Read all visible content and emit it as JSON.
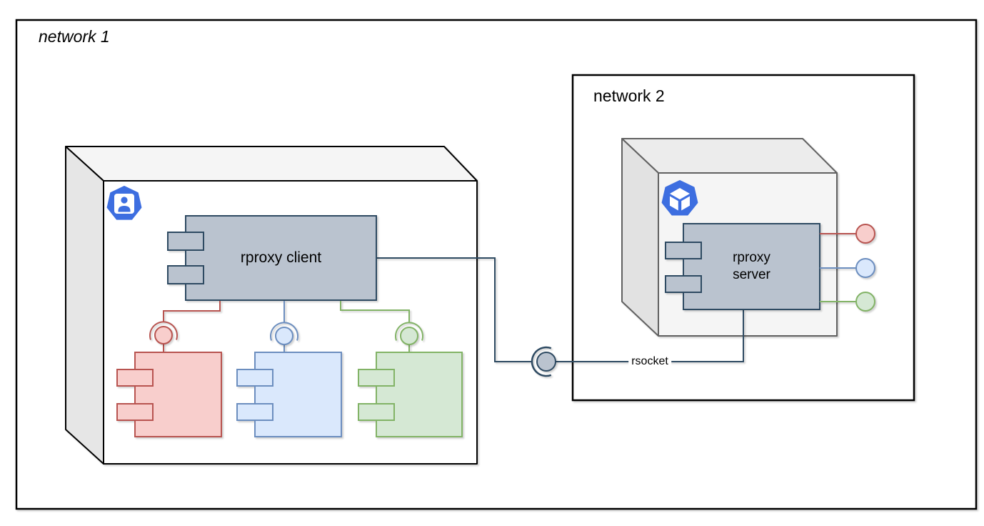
{
  "diagram": {
    "network1": {
      "label": "network 1",
      "node_icon": "person-icon",
      "client": {
        "label": "rproxy client",
        "fill": "#bac3cf",
        "stroke": "#2e4a62"
      },
      "services": [
        {
          "id": "red",
          "fill": "#f8cecc",
          "stroke": "#b85450"
        },
        {
          "id": "blue",
          "fill": "#dae8fc",
          "stroke": "#6c8ebf"
        },
        {
          "id": "green",
          "fill": "#d5e8d4",
          "stroke": "#82b366"
        }
      ]
    },
    "network2": {
      "label": "network 2",
      "node_icon": "cube-icon",
      "server": {
        "label": "rproxy server",
        "fill": "#bac3cf",
        "stroke": "#2e4a62"
      },
      "endpoints": [
        {
          "id": "red",
          "fill": "#f8cecc",
          "stroke": "#b85450"
        },
        {
          "id": "blue",
          "fill": "#dae8fc",
          "stroke": "#6c8ebf"
        },
        {
          "id": "green",
          "fill": "#d5e8d4",
          "stroke": "#82b366"
        }
      ]
    },
    "connection": {
      "label": "rsocket"
    },
    "colors": {
      "connector": "#2e4a62",
      "icon_blue": "#3d6ee0",
      "box_border": "#000000",
      "node1_top": "#f5f5f5",
      "node1_left": "#e6e6e6",
      "node1_front": "#ffffff",
      "node2_stroke": "#616161",
      "node2_top": "#ececec",
      "node2_left": "#e2e2e2",
      "node2_front": "#f5f5f5"
    }
  }
}
